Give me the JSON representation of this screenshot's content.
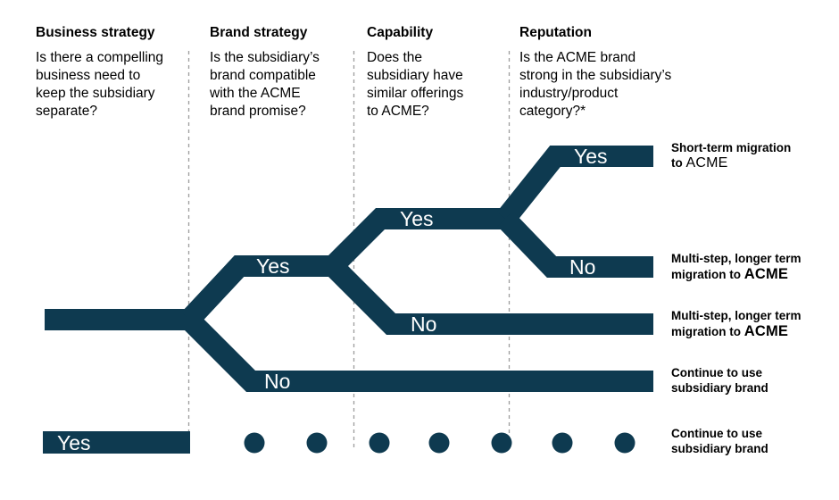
{
  "colors": {
    "branch": "#0e3a50",
    "branch_label_text": "#ffffff",
    "dashed_divider": "#9d9d9d",
    "text": "#000000",
    "background": "#ffffff"
  },
  "columns": [
    {
      "header": "Business strategy",
      "question_lines": [
        "Is there a compelling",
        "business need to",
        "keep the subsidiary",
        "separate?"
      ]
    },
    {
      "header": "Brand strategy",
      "question_lines": [
        "Is the subsidiary’s",
        "brand compatible",
        "with the ACME",
        "brand promise?"
      ]
    },
    {
      "header": "Capability",
      "question_lines": [
        "Does the",
        "subsidiary have",
        "similar offerings",
        "to ACME?"
      ]
    },
    {
      "header": "Reputation",
      "question_lines": [
        "Is the ACME brand",
        "strong in the subsidiary’s",
        "industry/product",
        "category?*"
      ]
    }
  ],
  "branch_labels": {
    "brand_yes": "Yes",
    "brand_no": "No",
    "capability_yes": "Yes",
    "capability_no": "No",
    "reputation_yes": "Yes",
    "reputation_no": "No",
    "bottom_yes": "Yes"
  },
  "outcomes": [
    {
      "line1": "Short-term migration",
      "line2_prefix": "to ",
      "line2_brand": "ACME"
    },
    {
      "line1": "Multi-step, longer term",
      "line2_prefix": "migration to ",
      "line2_brand": "ACME"
    },
    {
      "line1": "Multi-step, longer term",
      "line2_prefix": "migration to ",
      "line2_brand": "ACME"
    },
    {
      "line1": "Continue to use",
      "line2_prefix": "subsidiary brand",
      "line2_brand": ""
    },
    {
      "line1": "Continue to use",
      "line2_prefix": "subsidiary brand",
      "line2_brand": ""
    }
  ]
}
